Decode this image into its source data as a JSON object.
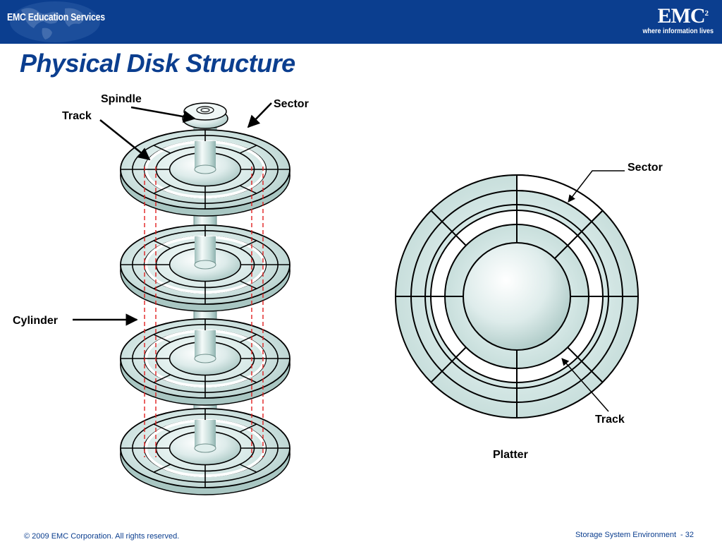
{
  "header": {
    "left_logo_text": "EMC Education Services",
    "brand": "EMC",
    "brand_superscript": "2",
    "tagline": "where information lives"
  },
  "title": "Physical Disk Structure",
  "diagram": {
    "stack_labels": {
      "spindle": "Spindle",
      "track": "Track",
      "sector": "Sector",
      "cylinder": "Cylinder"
    },
    "platter_labels": {
      "sector": "Sector",
      "track": "Track",
      "caption": "Platter"
    }
  },
  "footer": {
    "copyright": "© 2009 EMC Corporation. All rights reserved.",
    "section": "Storage System Environment",
    "page": "- 32"
  },
  "colors": {
    "header_bar": "#0b3e8f",
    "title": "#0b3e8f",
    "platter_fill": "#cfe3e1",
    "platter_light": "#f2f9f8",
    "cylinder_line": "#e02020"
  }
}
